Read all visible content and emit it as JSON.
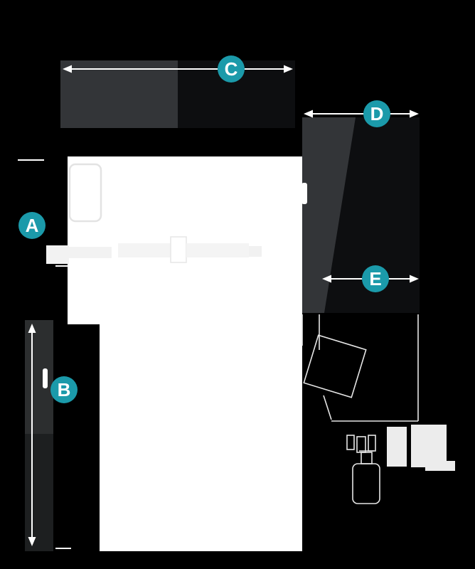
{
  "labels": {
    "a": "A",
    "b": "B",
    "c": "C",
    "d": "D",
    "e": "E"
  },
  "colors": {
    "badge-teal": "#1b9aaa",
    "background": "#000000",
    "panel-gray": "#333538",
    "panel-black": "#0d0e10",
    "surface-white": "#ffffff",
    "arrow-white": "#ffffff",
    "line-art-gray": "#e6e6e6"
  }
}
